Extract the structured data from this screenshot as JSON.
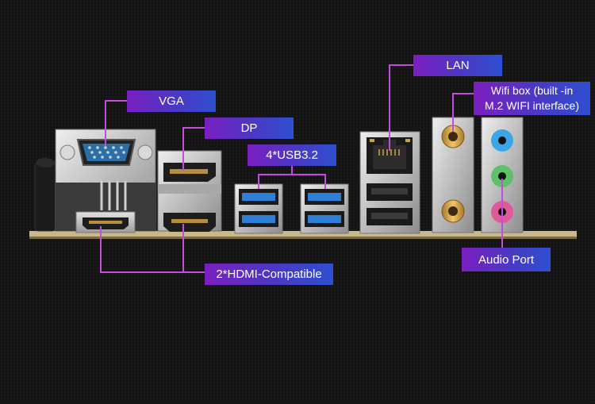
{
  "labels": {
    "vga": "VGA",
    "dp": "DP",
    "usb": "4*USB3.2",
    "hdmi": "2*HDMI-Compatible",
    "lan": "LAN",
    "wifi_line1": "Wifi box (built -in",
    "wifi_line2": "M.2 WIFI interface)",
    "audio": "Audio Port"
  },
  "colors": {
    "leader": "#c34be0",
    "label_start": "#7a1fc0",
    "label_end": "#2f4fd0",
    "usb_blue": "#2e7fd6",
    "audio_blue": "#3aa6e6",
    "audio_green": "#5fc06a",
    "audio_pink": "#e05a9a",
    "board": "#c9b88a",
    "antenna_gold": "#d8a64a"
  }
}
